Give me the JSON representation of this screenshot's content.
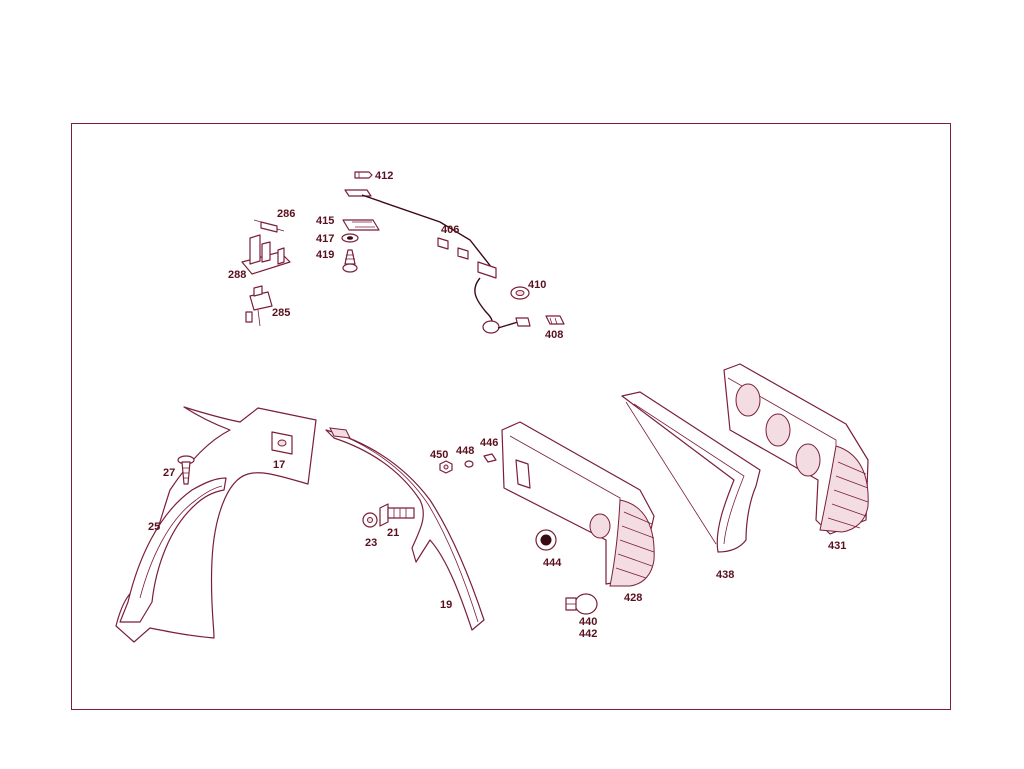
{
  "colors": {
    "line": "#7a1f3a",
    "text": "#5a0f1e",
    "background": "#ffffff"
  },
  "labels": {
    "p412": "412",
    "p286": "286",
    "p415": "415",
    "p417": "417",
    "p419": "419",
    "p406": "406",
    "p288": "288",
    "p285": "285",
    "p410": "410",
    "p408": "408",
    "p27": "27",
    "p17": "17",
    "p25": "25",
    "p23": "23",
    "p21": "21",
    "p19": "19",
    "p450": "450",
    "p448": "448",
    "p446": "446",
    "p444": "444",
    "p428": "428",
    "p440": "440",
    "p442": "442",
    "p438": "438",
    "p431": "431"
  }
}
